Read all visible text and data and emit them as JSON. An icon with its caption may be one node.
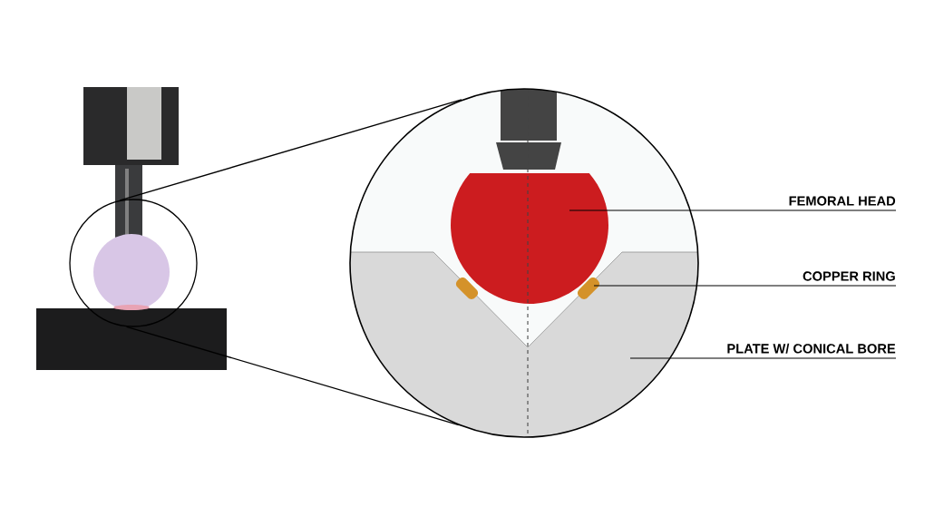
{
  "diagram": {
    "nodes": [
      {
        "text": [],
        "shape": "picture"
      },
      {
        "text": [],
        "shape": "circle",
        "in": 0
      },
      {
        "text": [],
        "shape": "circle"
      },
      {
        "text": [],
        "shape": "circle",
        "in": 2
      },
      {
        "text": [],
        "shape": "box",
        "in": 2
      },
      {
        "text": [
          "FEMORAL HEAD"
        ]
      },
      {
        "text": [
          "COPPER RING"
        ]
      },
      {
        "text": [
          "PLATE W/ CONICAL BORE"
        ]
      }
    ],
    "edges": [
      {
        "from": 1,
        "to": 2,
        "arrow": "none"
      },
      {
        "from": 1,
        "to": 2,
        "arrow": "none"
      },
      {
        "from": 5,
        "to": 3,
        "arrow": "none"
      },
      {
        "from": 6,
        "to": 4,
        "arrow": "none"
      },
      {
        "from": 7,
        "to": null,
        "arrow": "none"
      }
    ]
  }
}
